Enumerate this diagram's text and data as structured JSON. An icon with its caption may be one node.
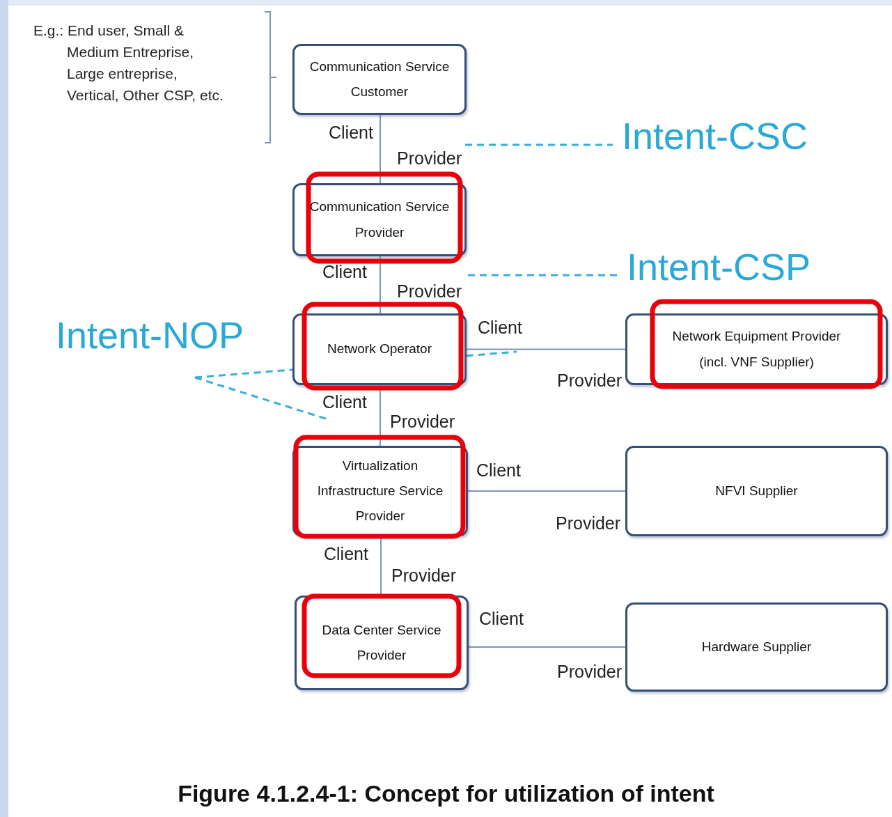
{
  "diagram": {
    "caption": "Figure 4.1.2.4-1: Concept for utilization of intent",
    "nodes": [
      {
        "text": [
          "Communication Service Customer"
        ]
      },
      {
        "text": [
          "Communication Service Provider"
        ]
      },
      {
        "text": [
          "Network Operator"
        ]
      },
      {
        "text": [
          "Network Equipment Provider (incl. VNF Supplier)"
        ]
      },
      {
        "text": [
          "Virtualization Infrastructure Service Provider"
        ]
      },
      {
        "text": [
          "NFVI Supplier"
        ]
      },
      {
        "text": [
          "Data Center Service Provider"
        ]
      },
      {
        "text": [
          "Hardware Supplier"
        ]
      },
      {
        "text": [
          "Intent-CSC"
        ]
      },
      {
        "text": [
          "Intent-CSP"
        ]
      },
      {
        "text": [
          "Intent-NOP"
        ]
      }
    ],
    "edges": [
      {
        "from": 0,
        "to": 1,
        "arrow": "none"
      },
      {
        "from": 1,
        "to": 2,
        "arrow": "none"
      },
      {
        "from": 2,
        "to": 3,
        "arrow": "none"
      },
      {
        "from": 2,
        "to": 4,
        "arrow": "none"
      },
      {
        "from": 4,
        "to": 5,
        "arrow": "none"
      },
      {
        "from": 4,
        "to": 6,
        "arrow": "none"
      },
      {
        "from": 6,
        "to": 7,
        "arrow": "none"
      },
      {
        "from": null,
        "to": 8,
        "arrow": "none",
        "style": "dashed",
        "color": "#3aaed8"
      },
      {
        "from": null,
        "to": 9,
        "arrow": "none",
        "style": "dashed",
        "color": "#3aaed8"
      },
      {
        "from": 10,
        "to": null,
        "arrow": "none",
        "style": "dashed",
        "color": "#3aaed8"
      },
      {
        "from": 10,
        "to": null,
        "arrow": "none",
        "style": "dashed",
        "color": "#3aaed8"
      }
    ],
    "labels": [
      "E.g.: End user, Small & Medium Entreprise, Large entreprise, Vertical, Other CSP, etc.",
      "Client",
      "Provider",
      "Client",
      "Provider",
      "Client",
      "Provider",
      "Client",
      "Provider",
      "Client",
      "Provider",
      "Client",
      "Provider",
      "Client",
      "Provider"
    ]
  }
}
